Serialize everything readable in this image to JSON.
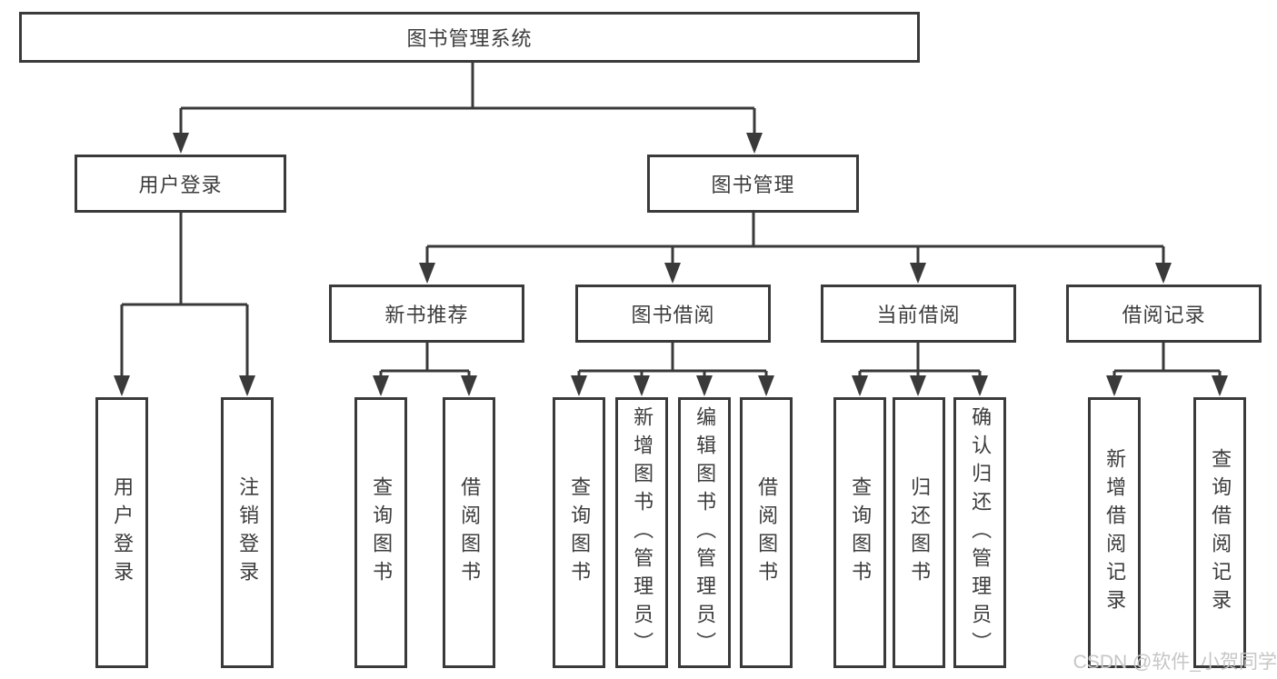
{
  "tree": {
    "root": "图书管理系统",
    "level2": [
      "用户登录",
      "图书管理"
    ],
    "level3": [
      "新书推荐",
      "图书借阅",
      "当前借阅",
      "借阅记录"
    ],
    "leaves_user_login": [
      "用户登录",
      "注销登录"
    ],
    "leaves_new_book": [
      "查询图书",
      "借阅图书"
    ],
    "leaves_book_borrow": [
      "查询图书",
      "新增图书（管理员）",
      "编辑图书（管理员）",
      "借阅图书"
    ],
    "leaves_current_borrow": [
      "查询图书",
      "归还图书",
      "确认归还（管理员）"
    ],
    "leaves_borrow_record": [
      "新增借阅记录",
      "查询借阅记录"
    ]
  },
  "watermark": "CSDN @软件_小贺同学",
  "colors": {
    "line": "#3a3a3a",
    "text": "#3c3c3c",
    "watermark": "#c6c6c6",
    "background": "#ffffff"
  }
}
